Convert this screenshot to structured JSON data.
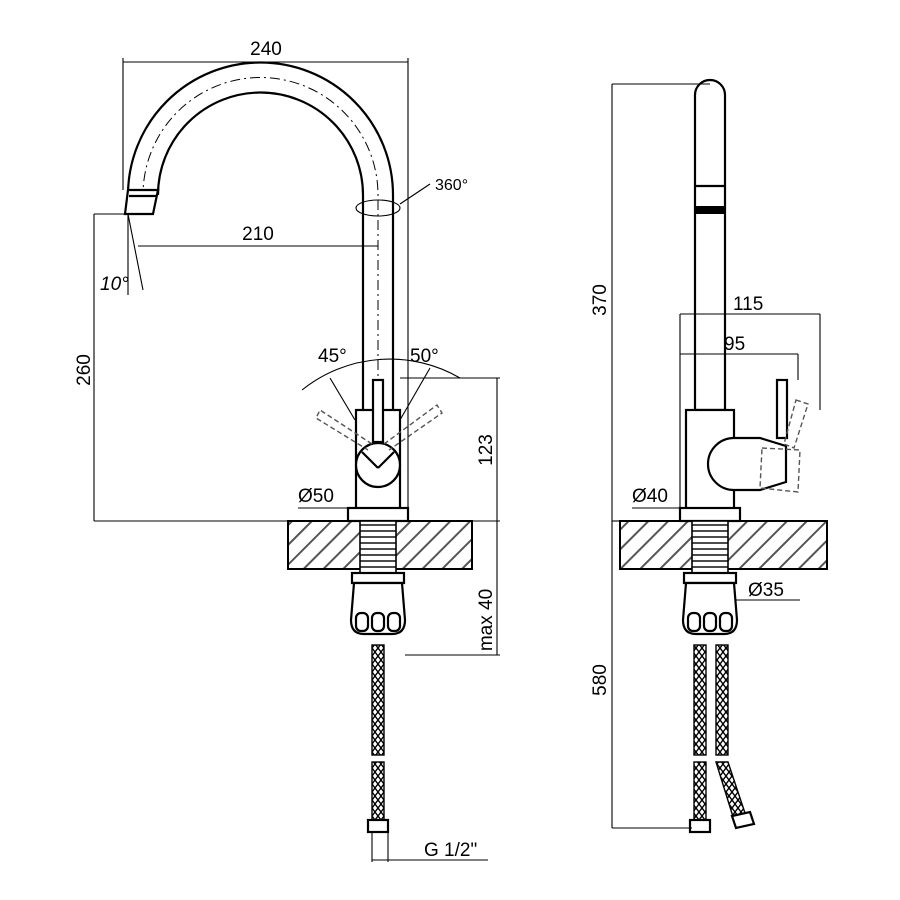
{
  "front_view": {
    "spout_reach": "240",
    "outlet_to_axis": "210",
    "rotation": "360°",
    "outlet_angle": "10°",
    "total_height_to_outlet": "260",
    "lever_angle_left": "45°",
    "lever_angle_right": "50°",
    "body_height": "123",
    "base_diameter": "Ø50",
    "max_deck_thickness": "max 40",
    "connection_thread": "G 1/2\""
  },
  "side_view": {
    "total_height": "370",
    "lever_reach": "115",
    "handle_reach": "95",
    "base_diameter": "Ø40",
    "shank_diameter": "Ø35",
    "hose_length": "580"
  },
  "colors": {
    "line": "#000000",
    "background": "#ffffff"
  }
}
